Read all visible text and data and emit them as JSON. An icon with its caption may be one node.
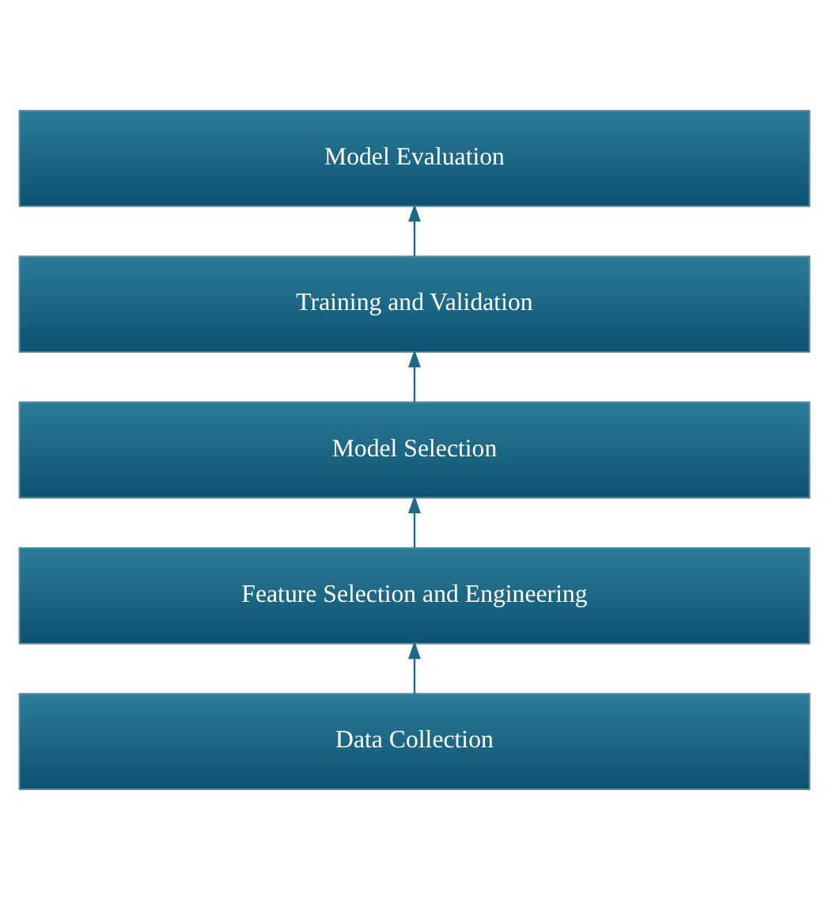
{
  "diagram": {
    "nodes": [
      {
        "text": [
          "Model Evaluation"
        ]
      },
      {
        "text": [
          "Training and Validation"
        ]
      },
      {
        "text": [
          "Model Selection"
        ]
      },
      {
        "text": [
          "Feature Selection and Engineering"
        ]
      },
      {
        "text": [
          "Data Collection"
        ]
      }
    ],
    "edges": [
      {
        "from": 4,
        "to": 3,
        "arrow": "to"
      },
      {
        "from": 3,
        "to": 2,
        "arrow": "to"
      },
      {
        "from": 2,
        "to": 1,
        "arrow": "to"
      },
      {
        "from": 1,
        "to": 0,
        "arrow": "to"
      }
    ]
  }
}
